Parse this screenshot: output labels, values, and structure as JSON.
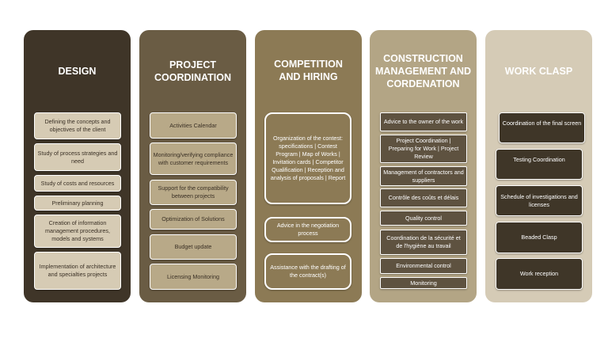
{
  "columns": [
    {
      "title": "DESIGN",
      "items": [
        "Defining the concepts and objectives of the client",
        "Study of process strategies and need",
        "Study of costs and resources",
        "Preliminary planning",
        "Creation of information management procedures, models and systems",
        "Implementation of architecture and specialties projects"
      ]
    },
    {
      "title": "PROJECT COORDINATION",
      "items": [
        "Activities Calendar",
        "Monitoring/verifying compliance with customer requirements",
        "Support for the compatibility between projects",
        "Optimization of Solutions",
        "Budget update",
        "Licensing Monitoring"
      ]
    },
    {
      "title": "COMPETITION AND HIRING",
      "items": [
        "Organization of the contest: specifications | Contest Program | Map of Works | Invitation cards | Competitor Qualification | Reception and analysis of proposals | Report",
        "Advice in the negotiation process",
        "Assistance with the drafting of the contract(s)"
      ]
    },
    {
      "title": "CONSTRUCTION MANAGEMENT AND CORDENATION",
      "items": [
        "Advice to the owner of the work",
        "Project Coordination | Preparing for Work | Project Review",
        "Management of contractors and suppliers",
        "Contrôle des coûts et délais",
        "Quality control",
        "Coordination de la sécurité et de l'hygiène au travail",
        "Environmental control",
        "Monitoring"
      ]
    },
    {
      "title": "WORK CLASP",
      "items": [
        "Coordination of the final screen",
        "Testing Coordination",
        "Schedule of investigations and licenses",
        "Beaded Clasp",
        "Work reception"
      ]
    }
  ]
}
